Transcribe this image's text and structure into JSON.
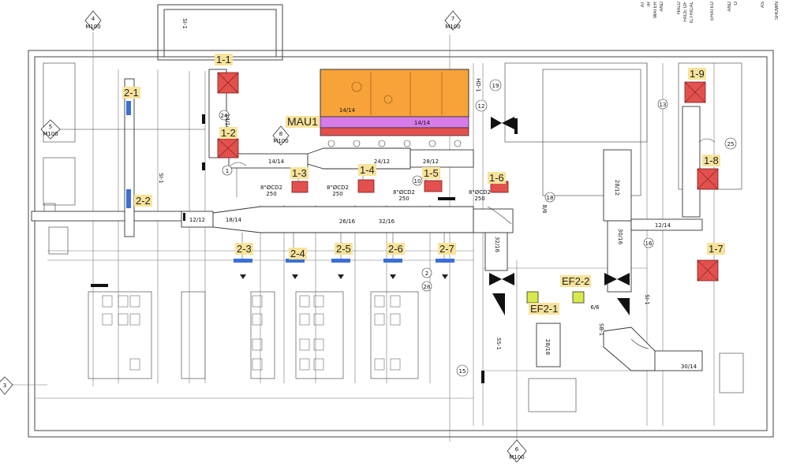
{
  "tags": {
    "t11": "1-1",
    "t12": "1-2",
    "t13": "1-3",
    "t14": "1-4",
    "t15": "1-5",
    "t16": "1-6",
    "t17": "1-7",
    "t18": "1-8",
    "t19": "1-9",
    "t21": "2-1",
    "t22": "2-2",
    "t23": "2-3",
    "t24": "2-4",
    "t25": "2-5",
    "t26": "2-6",
    "t27": "2-7",
    "ef21": "EF2-1",
    "ef22": "EF2-2",
    "mau1": "MAU1"
  },
  "duct_sizes": {
    "d1414a": "14/14",
    "d1414b": "14/14",
    "d2412": "24/12",
    "d2812a": "28/12",
    "d2812b": "28/12",
    "d1814": "18/14",
    "d1212": "12/12",
    "d2616": "26/16",
    "d3216": "32/16",
    "d3216b": "32/16",
    "d3016": "30/16",
    "d1214": "12/14",
    "d3014": "30/14",
    "d2818": "28/18",
    "d66": "6/6",
    "d86": "8/6",
    "d1414c": "14/14"
  },
  "diffusers": {
    "cd2a": "8\"ØCD2",
    "cd2b": "8\"ØCD2",
    "cd2c": "8\"ØCD2",
    "cd2d": "8\"ØCD2",
    "v250": "250"
  },
  "callouts": {
    "c4": "4",
    "c5": "5",
    "c7": "7",
    "c8": "8",
    "c3": "3",
    "c6": "6",
    "sheet": "M100",
    "n19": "19",
    "n12": "12",
    "n25": "25",
    "n10": "10",
    "n18": "18",
    "n15": "15",
    "n28": "28",
    "n16": "16",
    "n1": "1",
    "n2": "2",
    "n24": "24",
    "n13": "13"
  },
  "equipment": {
    "hd1": "HD-1",
    "si1": "SI-1",
    "ss1": "SS-1",
    "sb1": "SB-1"
  },
  "notes": [
    "SHOWN",
    "AS",
    "AND",
    "O",
    "ERATED",
    "ICTRICAL",
    "FACE OF",
    "HALD",
    "",
    "AND",
    "WATER",
    "IR",
    "AT"
  ],
  "colors": {
    "mau": "#f7a33a",
    "red": "#e2514d",
    "purple": "#d67be8",
    "blue": "#3b6fd6",
    "yellow_highlight": "#f8e39a",
    "green_ef": "#d8e94a"
  }
}
